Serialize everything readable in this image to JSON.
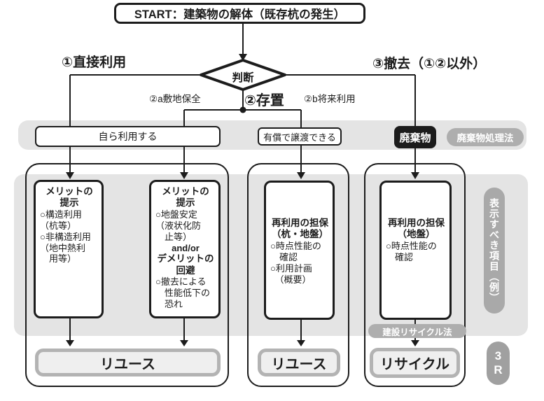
{
  "title": "START：建築物の解体（既存杭の発生）",
  "decision_label": "判断",
  "branch_labels": {
    "direct_use": "①直接利用",
    "preserve": "②存置",
    "preserve_a": "②a敷地保全",
    "preserve_b": "②b将来利用",
    "removal": "③撤去（①②以外）"
  },
  "condition_row": {
    "self_use": "自ら利用する",
    "paid_transfer": "有償で譲渡できる",
    "waste": "廃棄物",
    "waste_law_badge": "廃棄物処理法"
  },
  "columns": {
    "col1": {
      "header": "メリットの\n提示",
      "body": "○構造利用\n（杭等）\n○非構造利用\n（地中熱利\n　用等）"
    },
    "col2": {
      "header": "メリットの\n提示",
      "body_top": "○地盤安定\n（液状化防\n　止等）",
      "connector": "and/or",
      "header2": "デメリットの\n回避",
      "body_bottom": "○撤去による\n　性能低下の\n　恐れ"
    },
    "col3": {
      "header": "再利用の担保\n（杭・地盤）",
      "body": "○時点性能の\n　確認\n○利用計画\n　（概要）"
    },
    "col4": {
      "header": "再利用の担保\n（地盤）",
      "body": "○時点性能の\n　確認"
    }
  },
  "side_badge": "表示すべき項目（例）",
  "recycle_law_badge": "建設リサイクル法",
  "results": {
    "reuse_left": "リユース",
    "reuse_mid": "リユース",
    "recycle": "リサイクル"
  },
  "r3_badge": "3R",
  "colors": {
    "line": "#1c1c1c",
    "panel_gray": "#e4e4e4",
    "badge_gray": "#aeaeae",
    "result_border": "#b3b3b3",
    "result_fill": "#efefef",
    "waste_bg": "#1c1c1c"
  }
}
